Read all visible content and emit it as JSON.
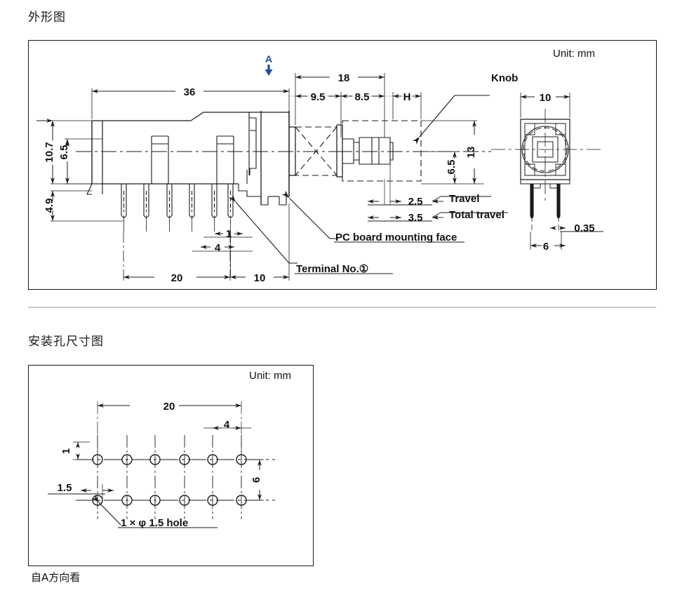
{
  "page": {
    "title_outline": "外形图",
    "title_mounting": "安装孔尺寸图",
    "caption_view": "自A方向看",
    "unit_label": "Unit: mm",
    "accent_blue": "#1f4e9c",
    "line_color": "#1a1a1a",
    "divider_color": "#c9c9c9"
  },
  "outline_drawing": {
    "unit": "Unit: mm",
    "view_marker": "A",
    "annotations": {
      "knob": "Knob",
      "travel": "Travel",
      "total_travel": "Total travel",
      "pc_board": "PC board mounting face",
      "terminal_no": "Terminal No.①"
    },
    "dimensions": {
      "overall_length": "36",
      "shaft_total": "18",
      "shaft_seg_1": "9.5",
      "shaft_seg_2": "8.5",
      "knob_h": "H",
      "height_total": "10.7",
      "height_mid": "6.5",
      "height_low": "4.9",
      "body_height": "13",
      "center_height": "6.5",
      "travel": "2.5",
      "total_travel": "3.5",
      "pin_pitch_small": "1",
      "pin_pitch": "4",
      "base_len_left": "20",
      "base_len_right": "10",
      "front_width": "10",
      "pin_width": "0.35",
      "pin_span": "6"
    }
  },
  "mounting_drawing": {
    "unit": "Unit: mm",
    "annotations": {
      "hole_note": "1 × φ 1.5 hole"
    },
    "dimensions": {
      "span": "20",
      "pitch": "4",
      "edge_top": "1",
      "edge_left": "1.5",
      "row_spacing": "6"
    },
    "hole_grid": {
      "rows": 2,
      "cols": 6,
      "hole_diameter": "1.5"
    }
  }
}
